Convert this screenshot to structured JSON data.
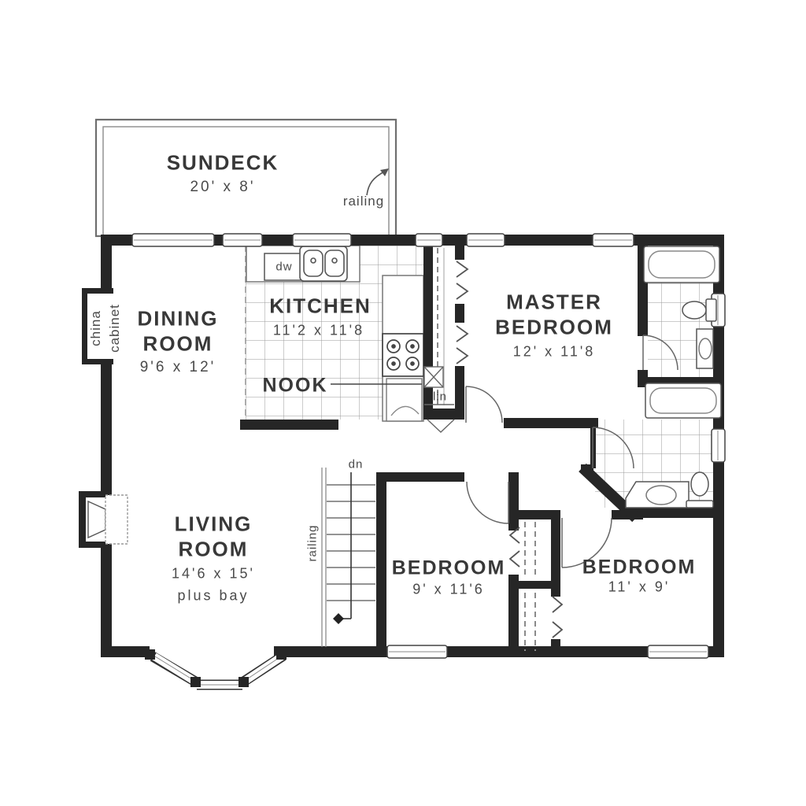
{
  "colors": {
    "wall": "#262626",
    "linework": "#555555",
    "tile_line": "#9a9a9a",
    "background": "#ffffff"
  },
  "rooms": {
    "sundeck": {
      "name": "SUNDECK",
      "dims": "20'  x  8'"
    },
    "dining": {
      "line1": "DINING",
      "line2": "ROOM",
      "dims": "9'6  x  12'"
    },
    "kitchen": {
      "name": "KITCHEN",
      "dims": "11'2  x  11'8"
    },
    "nook": {
      "name": "NOOK"
    },
    "master": {
      "line1": "MASTER",
      "line2": "BEDROOM",
      "dims": "12'  x  11'8"
    },
    "living": {
      "line1": "LIVING",
      "line2": "ROOM",
      "dims": "14'6  x  15'",
      "dims2": "plus  bay"
    },
    "bedroom1": {
      "name": "BEDROOM",
      "dims": "9'  x  11'6"
    },
    "bedroom2": {
      "name": "BEDROOM",
      "dims": "11'  x  9'"
    }
  },
  "labels": {
    "railing_sundeck": "railing",
    "railing_stairs": "railing",
    "china_line1": "china",
    "china_line2": "cabinet",
    "dw": "dw",
    "lin": "lin",
    "dn": "dn"
  }
}
